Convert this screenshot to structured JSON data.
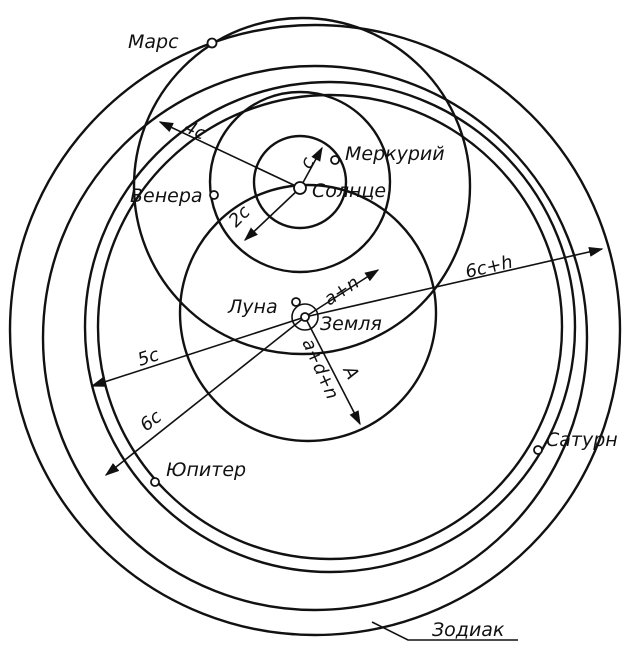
{
  "diagram": {
    "bodies": {
      "mars": "Марс",
      "mercury": "Меркурий",
      "venus": "Венера",
      "sun": "Солнце",
      "moon": "Луна",
      "earth": "Земля",
      "saturn": "Сатурн",
      "jupiter": "Юпитер",
      "zodiac": "Зодиак"
    },
    "dimensions": {
      "four_c": "4c",
      "c": "c",
      "two_c": "2c",
      "a_plus_n": "a+n",
      "six_c_plus_h": "6c+h",
      "five_c": "5c",
      "six_c": "6c",
      "a_plus_d_plus_n": "a+d+n",
      "A": "A"
    },
    "colors": {
      "ink": "#111111",
      "paper": "#ffffff"
    }
  }
}
